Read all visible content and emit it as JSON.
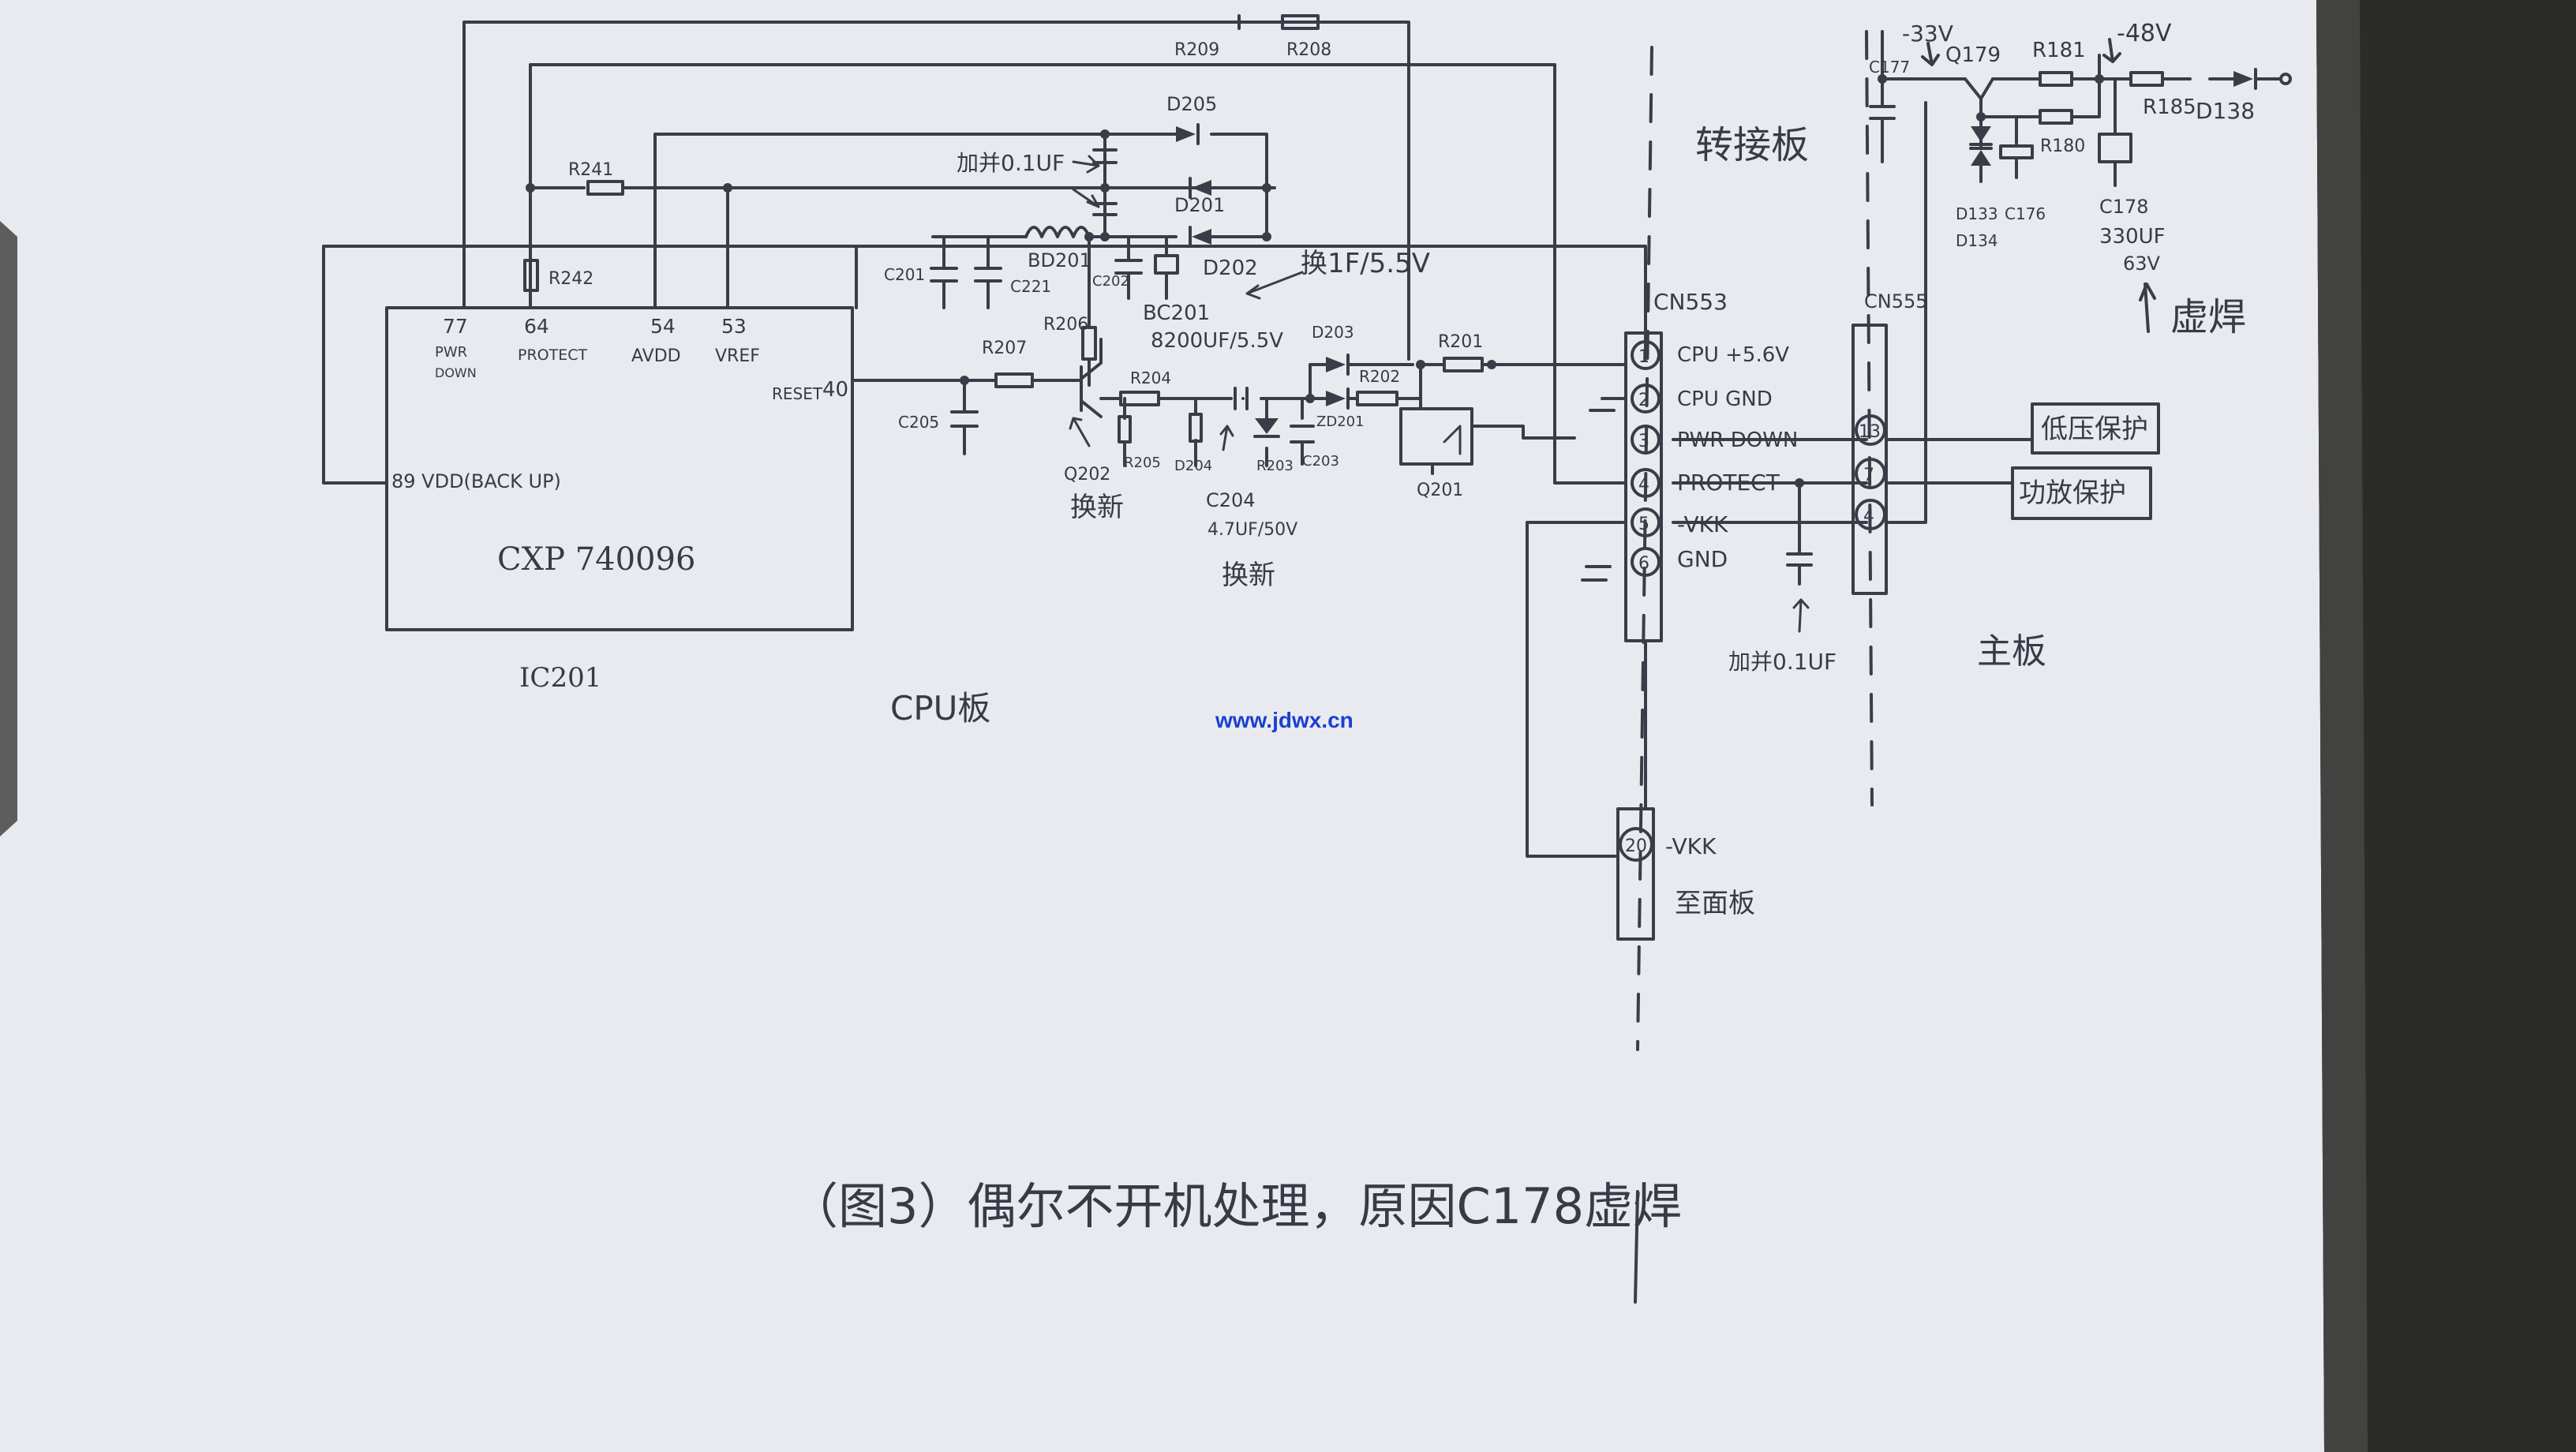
{
  "watermark": "www.jdwx.cn",
  "caption": "（图3）偶尔不开机处理，原因C178虚焊",
  "colors": {
    "paper": "#e8eaf0",
    "ink": "#3a3d48",
    "watermark": "#1a3fd0",
    "background": "#2f2f2d"
  },
  "boards": {
    "cpu": "CPU板",
    "adapter": "转接板",
    "main": "主板"
  },
  "ic": {
    "ref": "IC201",
    "part": "CXP 740096",
    "pins": {
      "p77_num": "77",
      "p77_name1": "PWR",
      "p77_name2": "DOWN",
      "p64_num": "64",
      "p64_name": "PROTECT",
      "p54_num": "54",
      "p54_name": "AVDD",
      "p53_num": "53",
      "p53_name": "VREF",
      "p40_name": "RESET",
      "p40_num": "40",
      "p89": "89 VDD(BACK UP)"
    }
  },
  "components": {
    "r209": "R209",
    "r208": "R208",
    "r241": "R241",
    "r242": "R242",
    "d205": "D205",
    "d201": "D201",
    "d202": "D202",
    "d203": "D203",
    "bd201": "BD201",
    "c201": "C201",
    "c221": "C221",
    "c202": "C202",
    "r206": "R206",
    "r207": "R207",
    "c205": "C205",
    "q202": "Q202",
    "r204": "R204",
    "r205": "R205",
    "d204": "D204",
    "c204": "C204",
    "r203": "R203",
    "c203": "C203",
    "zd201": "ZD201",
    "r202": "R202",
    "r201": "R201",
    "q201": "Q201",
    "bc201": "BC201",
    "bc201_value": "8200UF/5.5V",
    "c204_value": "4.7UF/50V"
  },
  "notes": {
    "add_parallel": "加并0.1UF",
    "replace_1f": "换1F/5.5V",
    "replace_new_1": "换新",
    "replace_new_2": "换新",
    "add_parallel_2": "加并0.1UF",
    "cold_solder": "虚焊"
  },
  "connectors": {
    "cn553": "CN553",
    "cn553_pins": [
      {
        "num": "1",
        "label": "CPU +5.6V"
      },
      {
        "num": "2",
        "label": "CPU GND"
      },
      {
        "num": "3",
        "label": "PWR DOWN"
      },
      {
        "num": "4",
        "label": "PROTECT"
      },
      {
        "num": "5",
        "label": "-VKK"
      },
      {
        "num": "6",
        "label": "GND"
      }
    ],
    "cn555": "CN555",
    "cn555_pins": [
      {
        "num": "13",
        "label": "低压保护"
      },
      {
        "num": "7",
        "label": "功放保护"
      },
      {
        "num": "4",
        "label": ""
      }
    ],
    "front_pin": {
      "num": "20",
      "label": "-VKK"
    },
    "front_board": "至面板"
  },
  "power": {
    "v33": "-33V",
    "v48": "-48V",
    "c177": "C177",
    "q179": "Q179",
    "r181": "R181",
    "r185": "R185",
    "d138": "D138",
    "r180": "R180",
    "d133": "D133",
    "d134": "D134",
    "c176": "C176",
    "c178": "C178",
    "c178_value1": "330UF",
    "c178_value2": "63V"
  }
}
